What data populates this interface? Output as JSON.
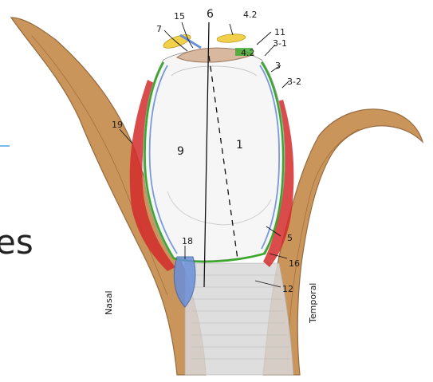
{
  "labels": {
    "l15": "15",
    "l6": "6",
    "l42_top": "4.2",
    "l7": "7",
    "l11": "11",
    "l3_1": "3-1",
    "l42_side": "4.2",
    "l3": "3",
    "l3_2": "3-2",
    "l19": "19",
    "l9": "9",
    "l1": "1",
    "l18": "18",
    "l5": "5",
    "l16": "16",
    "l12": "12",
    "nasal": "Nasal",
    "temporal": "Temporal",
    "partial_text": "es"
  },
  "colors": {
    "bone": "#c58a4a",
    "bone_dark": "#8a5a2a",
    "red": "#d42b2b",
    "green": "#3aa82a",
    "blue": "#6a8fd8",
    "yellow": "#f2d04a",
    "accent_line": "#4aa0e0"
  }
}
